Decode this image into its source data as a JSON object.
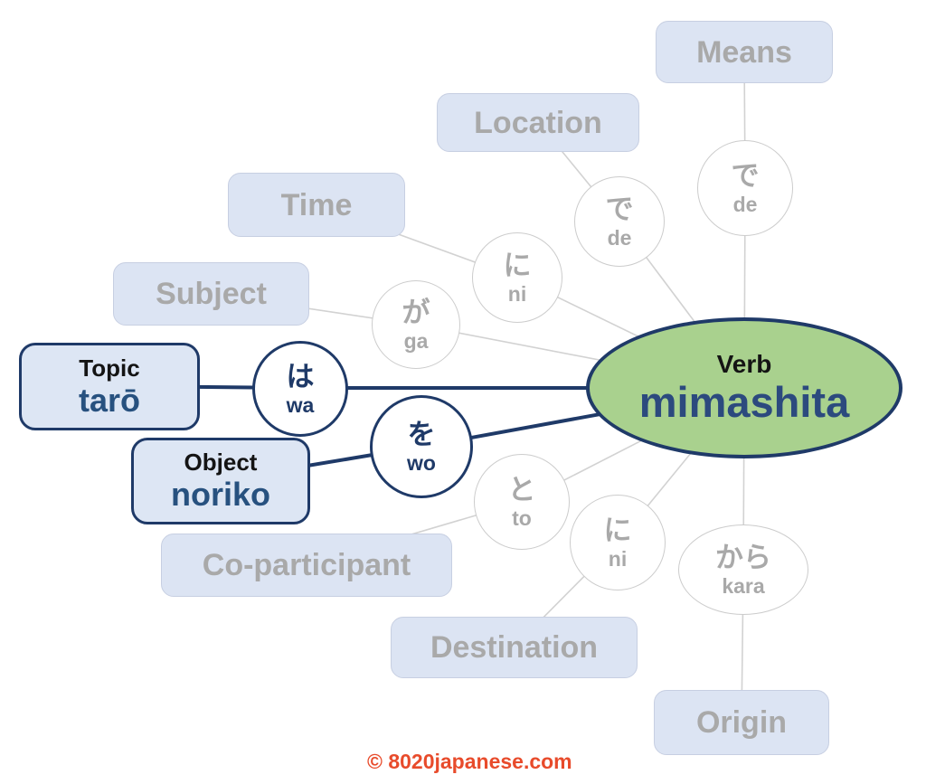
{
  "verb": {
    "label": "Verb",
    "word": "mimashita"
  },
  "nodes": {
    "means": {
      "label": "Means"
    },
    "location": {
      "label": "Location"
    },
    "time": {
      "label": "Time"
    },
    "subject": {
      "label": "Subject"
    },
    "topic": {
      "label": "Topic",
      "word": "tarō"
    },
    "object": {
      "label": "Object",
      "word": "noriko"
    },
    "co_participant": {
      "label": "Co-participant"
    },
    "destination": {
      "label": "Destination"
    },
    "origin": {
      "label": "Origin"
    }
  },
  "particles": {
    "de_means": {
      "jp": "で",
      "romaji": "de"
    },
    "de_location": {
      "jp": "で",
      "romaji": "de"
    },
    "ni_time": {
      "jp": "に",
      "romaji": "ni"
    },
    "ga_subject": {
      "jp": "が",
      "romaji": "ga"
    },
    "wa_topic": {
      "jp": "は",
      "romaji": "wa"
    },
    "wo_object": {
      "jp": "を",
      "romaji": "wo"
    },
    "to_co_participant": {
      "jp": "と",
      "romaji": "to"
    },
    "ni_destination": {
      "jp": "に",
      "romaji": "ni"
    },
    "kara_origin": {
      "jp": "から",
      "romaji": "kara"
    }
  },
  "footer": {
    "copyright": "© 8020japanese.com"
  },
  "colors": {
    "active_navy": "#1f3a68",
    "active_word_blue": "#27517f",
    "verb_green": "#a9d18e",
    "inactive_box_fill": "#dce4f3",
    "inactive_text": "#a9a9a9",
    "connector_gray": "#d2d2d2",
    "copyright_red": "#e84b2b"
  }
}
